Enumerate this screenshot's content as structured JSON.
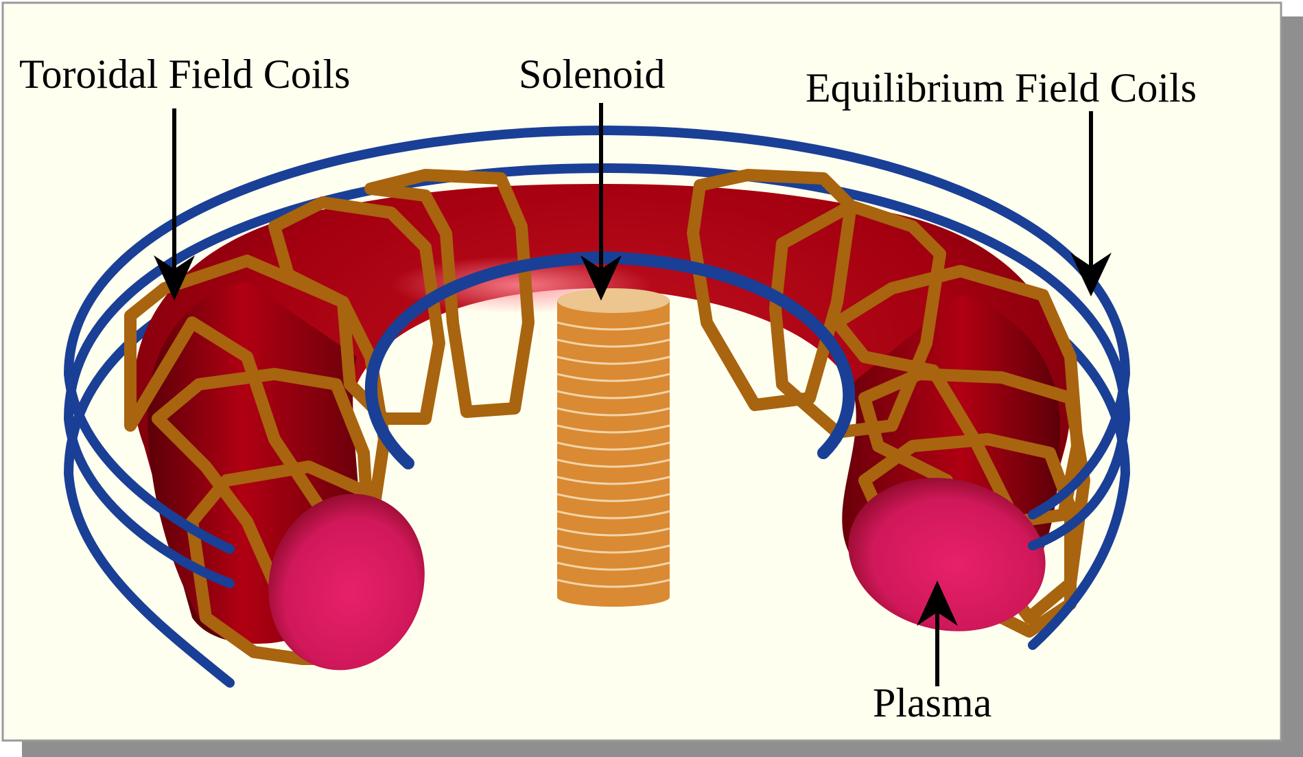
{
  "labels": {
    "toroidal": "Toroidal Field Coils",
    "solenoid": "Solenoid",
    "equilibrium": "Equilibrium Field Coils",
    "plasma": "Plasma"
  },
  "colors": {
    "background": "#fffff0",
    "panel_border": "#9a9a9a",
    "shadow": "#8f8f8f",
    "blue_coil": "#1a3f96",
    "brown_coil": "#a8640f",
    "torus_dark": "#5c0008",
    "torus_mid": "#a40010",
    "plasma_face": "#e01a62",
    "solenoid": "#d98a32",
    "solenoid_top": "#ecc58f",
    "arrow": "#000000"
  }
}
